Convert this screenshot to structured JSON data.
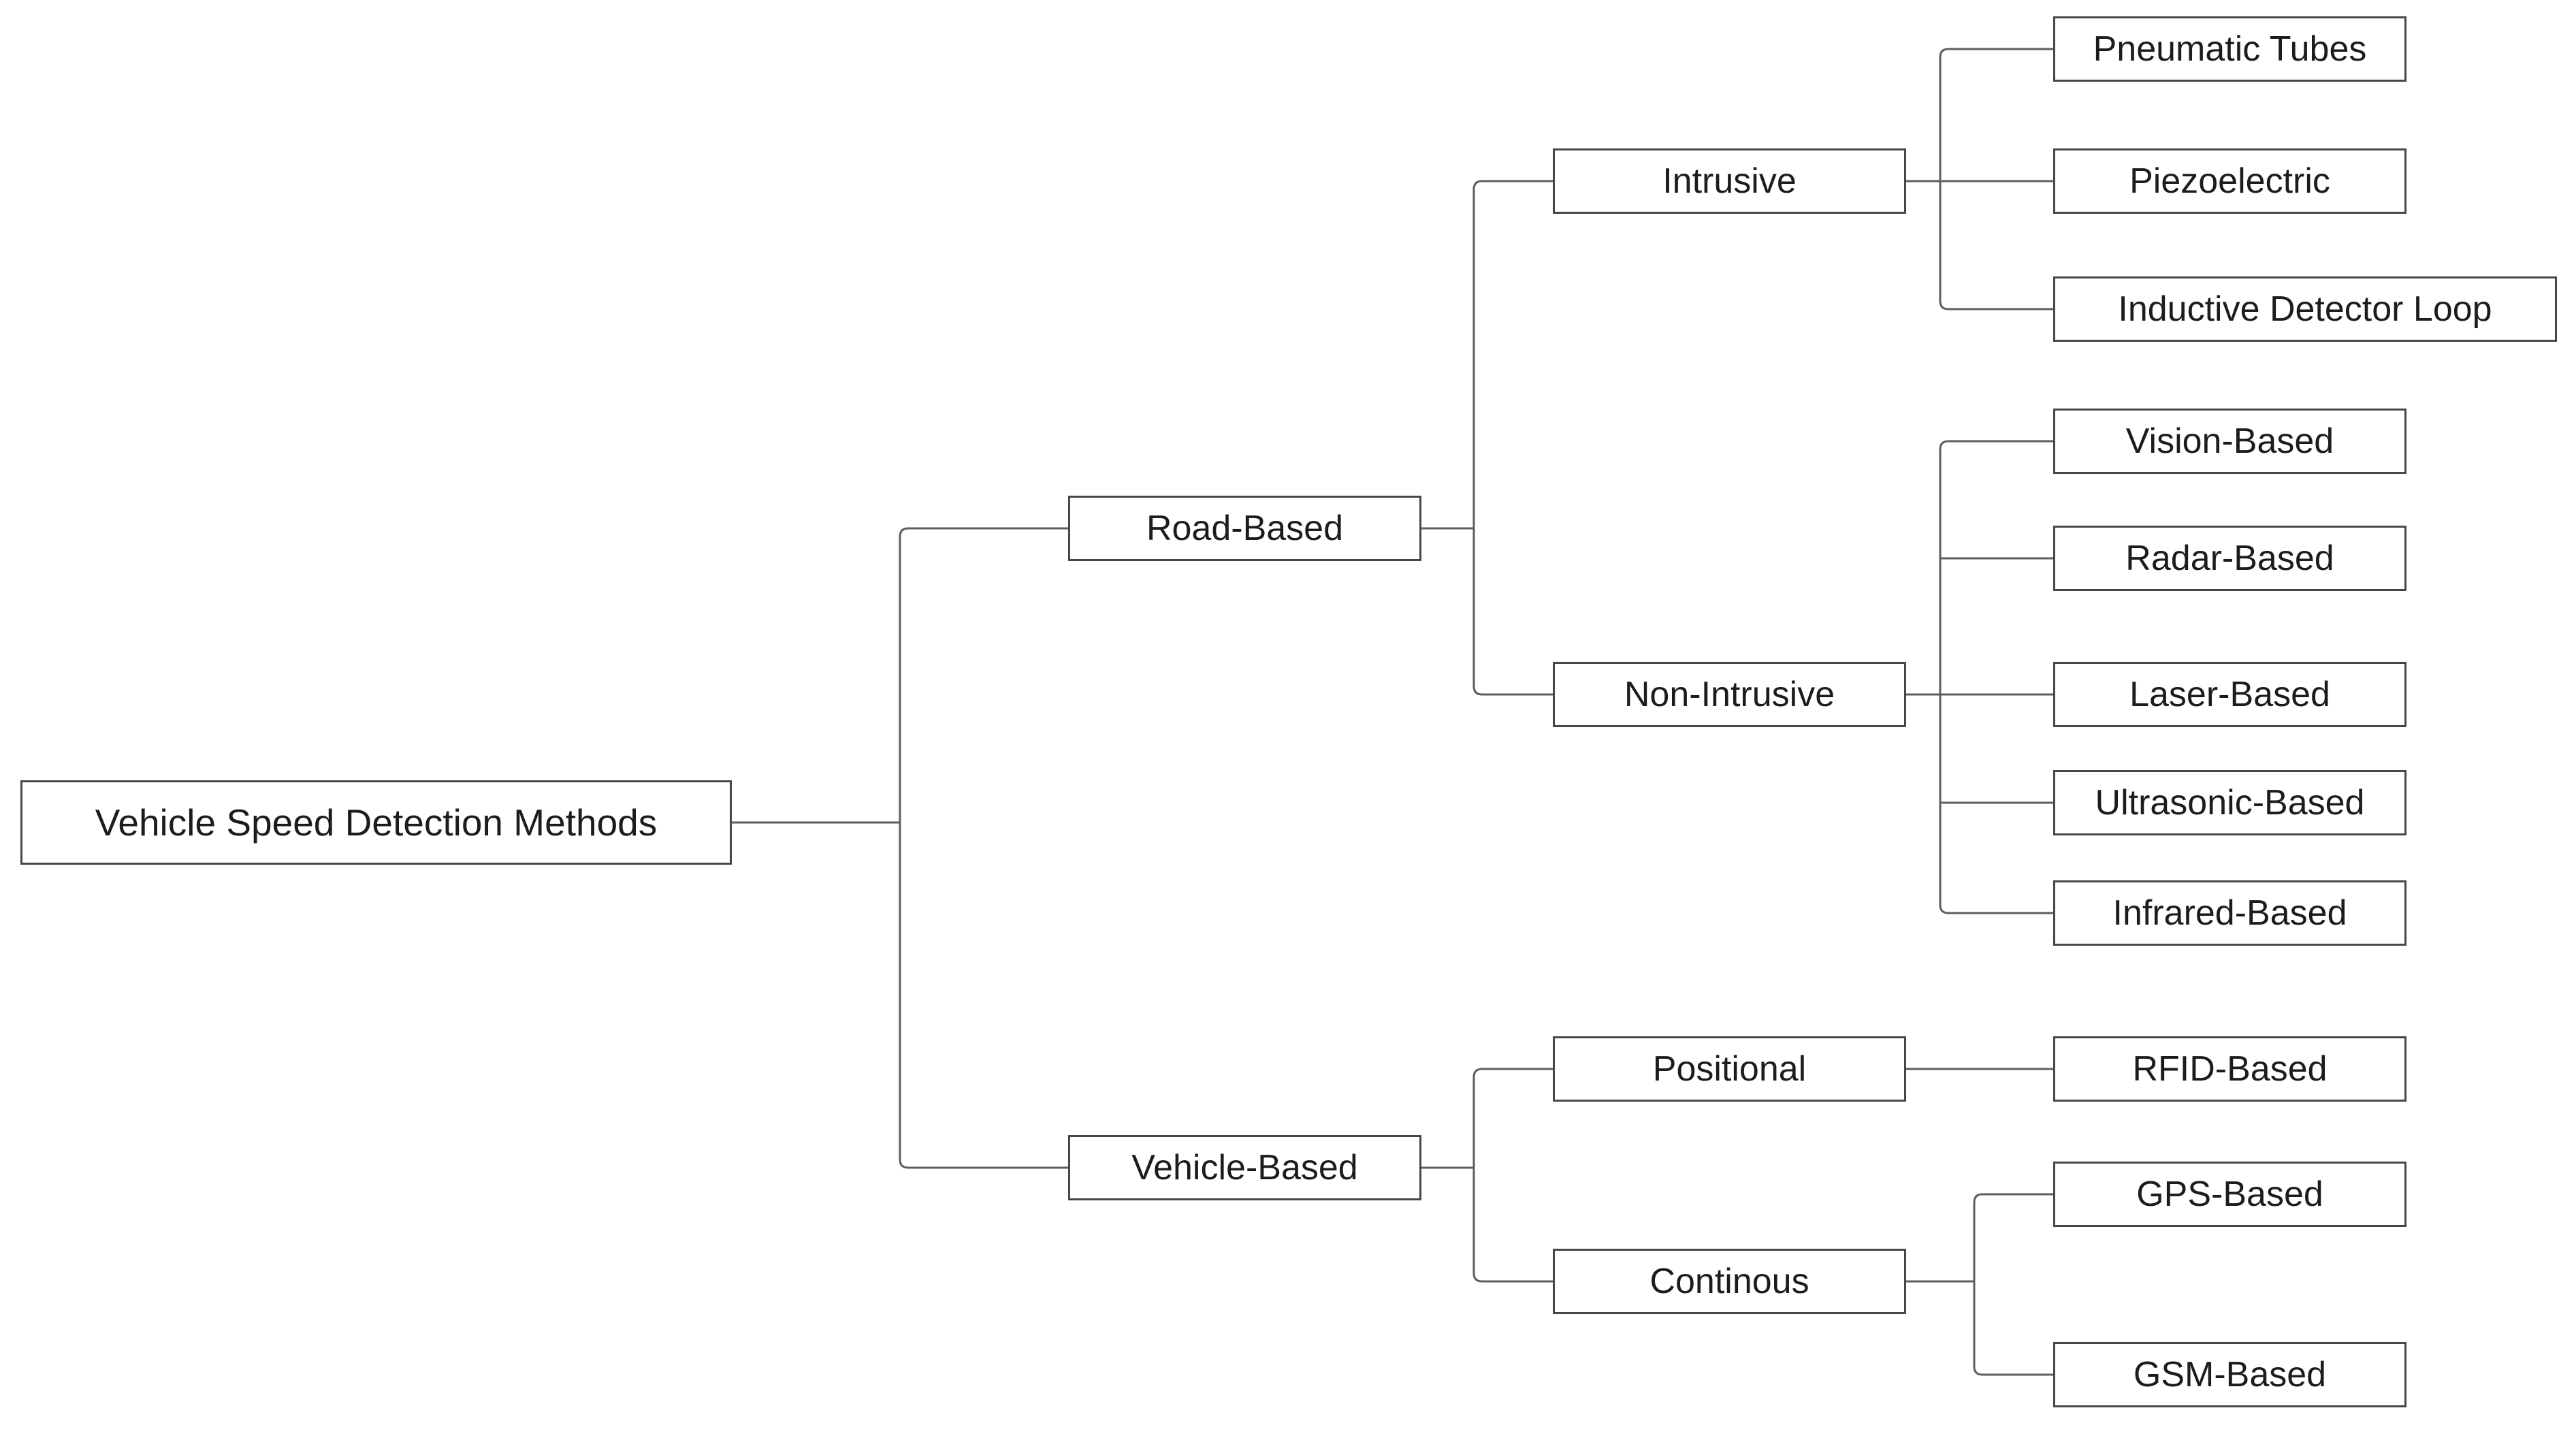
{
  "figure": {
    "type": "tree-diagram",
    "orientation": "left-to-right",
    "title": "Vehicle Speed Detection Methods"
  },
  "colors": {
    "background": "#ffffff",
    "box_border": "#474747",
    "connector_line": "#5e5e5e",
    "text": "#1c1c1c"
  },
  "nodes": {
    "root": {
      "label": "Vehicle Speed Detection Methods"
    },
    "road_based": {
      "label": "Road-Based"
    },
    "vehicle_based": {
      "label": "Vehicle-Based"
    },
    "intrusive": {
      "label": "Intrusive"
    },
    "non_intrusive": {
      "label": "Non-Intrusive"
    },
    "positional": {
      "label": "Positional"
    },
    "continous": {
      "label": "Continous"
    },
    "pneumatic_tubes": {
      "label": "Pneumatic Tubes"
    },
    "piezoelectric": {
      "label": "Piezoelectric"
    },
    "inductive_detector_loop": {
      "label": "Inductive Detector Loop"
    },
    "vision_based": {
      "label": "Vision-Based"
    },
    "radar_based": {
      "label": "Radar-Based"
    },
    "laser_based": {
      "label": "Laser-Based"
    },
    "ultrasonic_based": {
      "label": "Ultrasonic-Based"
    },
    "infrared_based": {
      "label": "Infrared-Based"
    },
    "rfid_based": {
      "label": "RFID-Based"
    },
    "gps_based": {
      "label": "GPS-Based"
    },
    "gsm_based": {
      "label": "GSM-Based"
    }
  },
  "hierarchy": {
    "Vehicle Speed Detection Methods": {
      "Road-Based": {
        "Intrusive": [
          "Pneumatic Tubes",
          "Piezoelectric",
          "Inductive Detector Loop"
        ],
        "Non-Intrusive": [
          "Vision-Based",
          "Radar-Based",
          "Laser-Based",
          "Ultrasonic-Based",
          "Infrared-Based"
        ]
      },
      "Vehicle-Based": {
        "Positional": [
          "RFID-Based"
        ],
        "Continous": [
          "GPS-Based",
          "GSM-Based"
        ]
      }
    }
  }
}
